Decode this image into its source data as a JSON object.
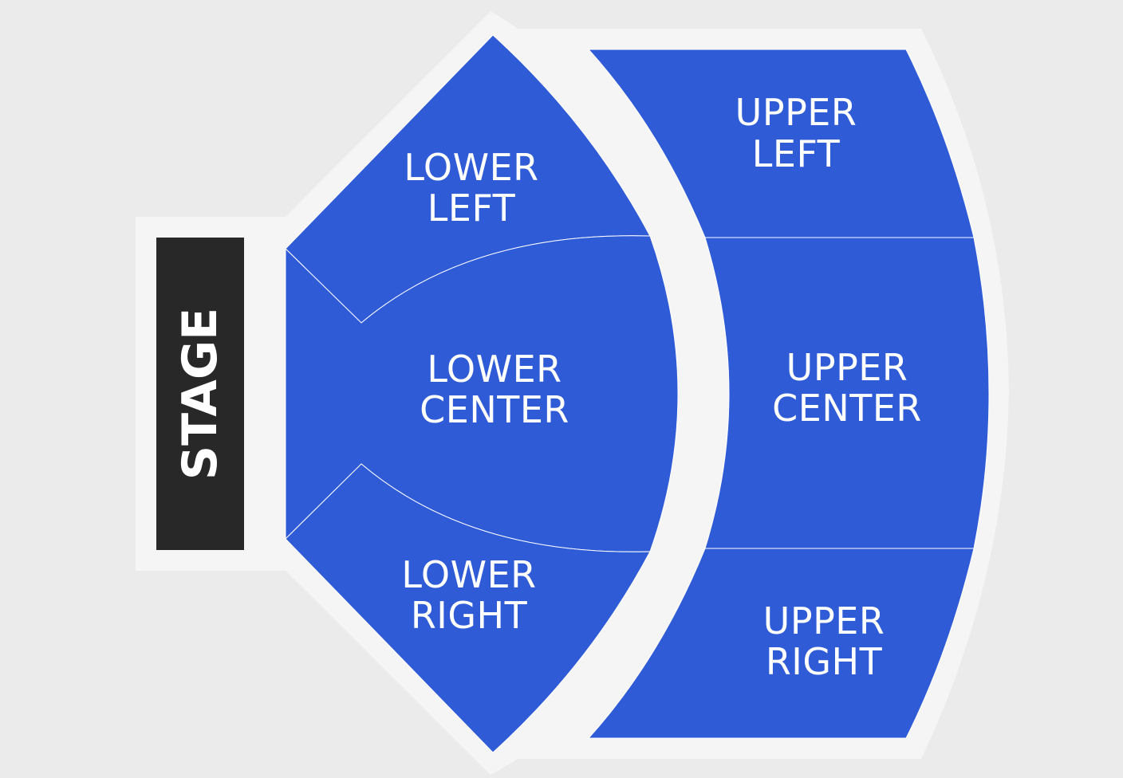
{
  "colors": {
    "background": "#ebebeb",
    "venue_outline": "#f5f5f5",
    "section_fill": "#2f5bd7",
    "section_text": "#ffffff",
    "stage_fill": "#282828"
  },
  "stage": {
    "label": "STAGE"
  },
  "sections": {
    "lower_left": {
      "line1": "LOWER",
      "line2": "LEFT"
    },
    "lower_center": {
      "line1": "LOWER",
      "line2": "CENTER"
    },
    "lower_right": {
      "line1": "LOWER",
      "line2": "RIGHT"
    },
    "upper_left": {
      "line1": "UPPER",
      "line2": "LEFT"
    },
    "upper_center": {
      "line1": "UPPER",
      "line2": "CENTER"
    },
    "upper_right": {
      "line1": "UPPER",
      "line2": "RIGHT"
    }
  }
}
